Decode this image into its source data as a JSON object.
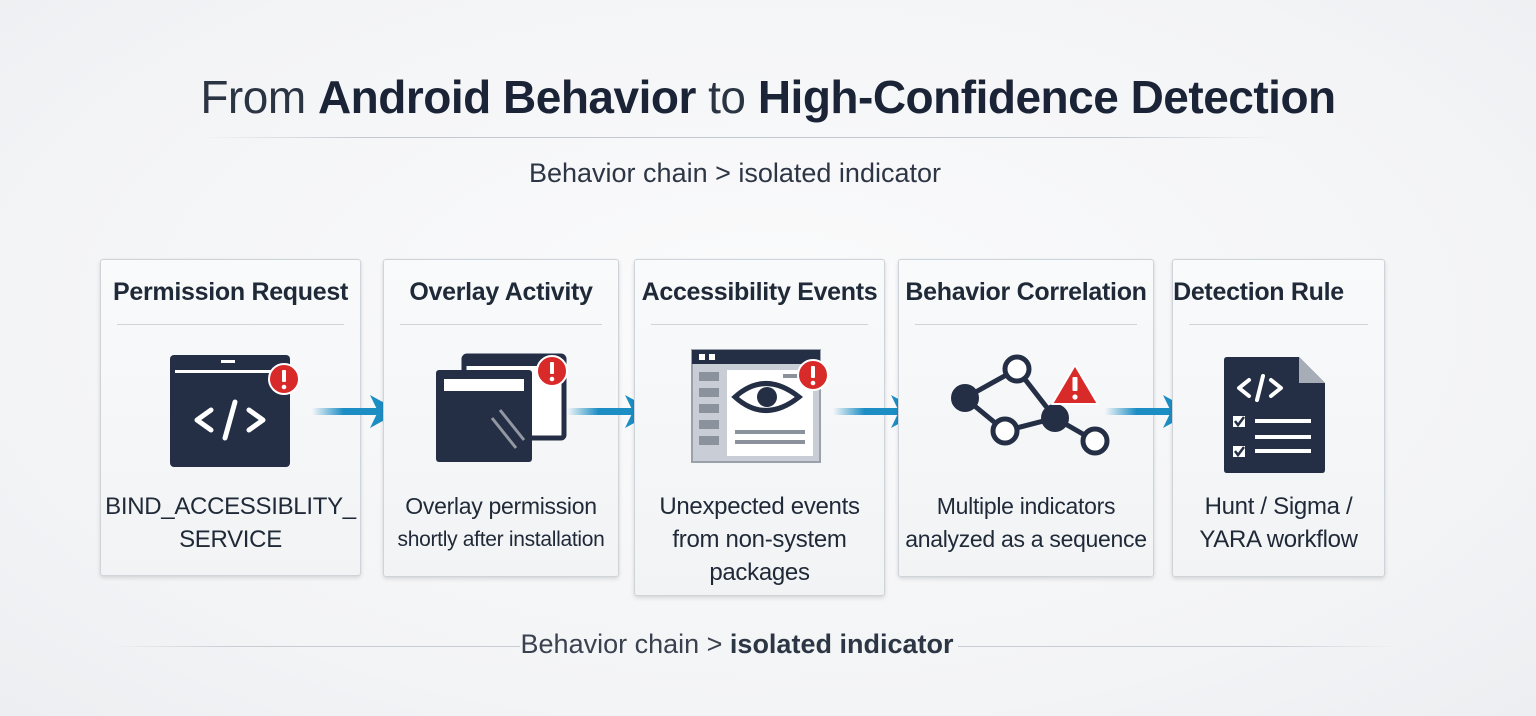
{
  "title": {
    "part1": "From ",
    "part2": "Android Behavior",
    "part3": " to ",
    "part4": "High-Confidence Detection"
  },
  "subtitle": "Behavior chain > isolated indicator",
  "steps": [
    {
      "title": "Permission Request",
      "desc_lines": [
        "BIND_ACCESSIBLITY_",
        "SERVICE"
      ],
      "icon": "code-window-icon",
      "alert": "alert-badge-icon"
    },
    {
      "title": "Overlay Activity",
      "desc_lines": [
        "Overlay permission",
        "shortly after installation"
      ],
      "icon": "overlay-windows-icon",
      "alert": "alert-badge-icon"
    },
    {
      "title": "Accessibility Events",
      "desc_lines": [
        "Unexpected events",
        "from non-system",
        "packages"
      ],
      "icon": "eye-window-icon",
      "alert": "alert-badge-icon"
    },
    {
      "title": "Behavior Correlation",
      "desc_lines": [
        "Multiple indicators",
        "analyzed as a sequence"
      ],
      "icon": "node-graph-icon",
      "alert": "warning-triangle-icon"
    },
    {
      "title": "Detection Rule",
      "desc_lines": [
        "Hunt / Sigma /",
        "YARA workflow"
      ],
      "icon": "rule-document-icon"
    }
  ],
  "footer": {
    "normal": "Behavior chain > ",
    "bold": "isolated indicator"
  },
  "colors": {
    "navy": "#242f45",
    "arrow": "#1d8ec4",
    "alert": "#d92a2a",
    "text": "#1f2937"
  }
}
